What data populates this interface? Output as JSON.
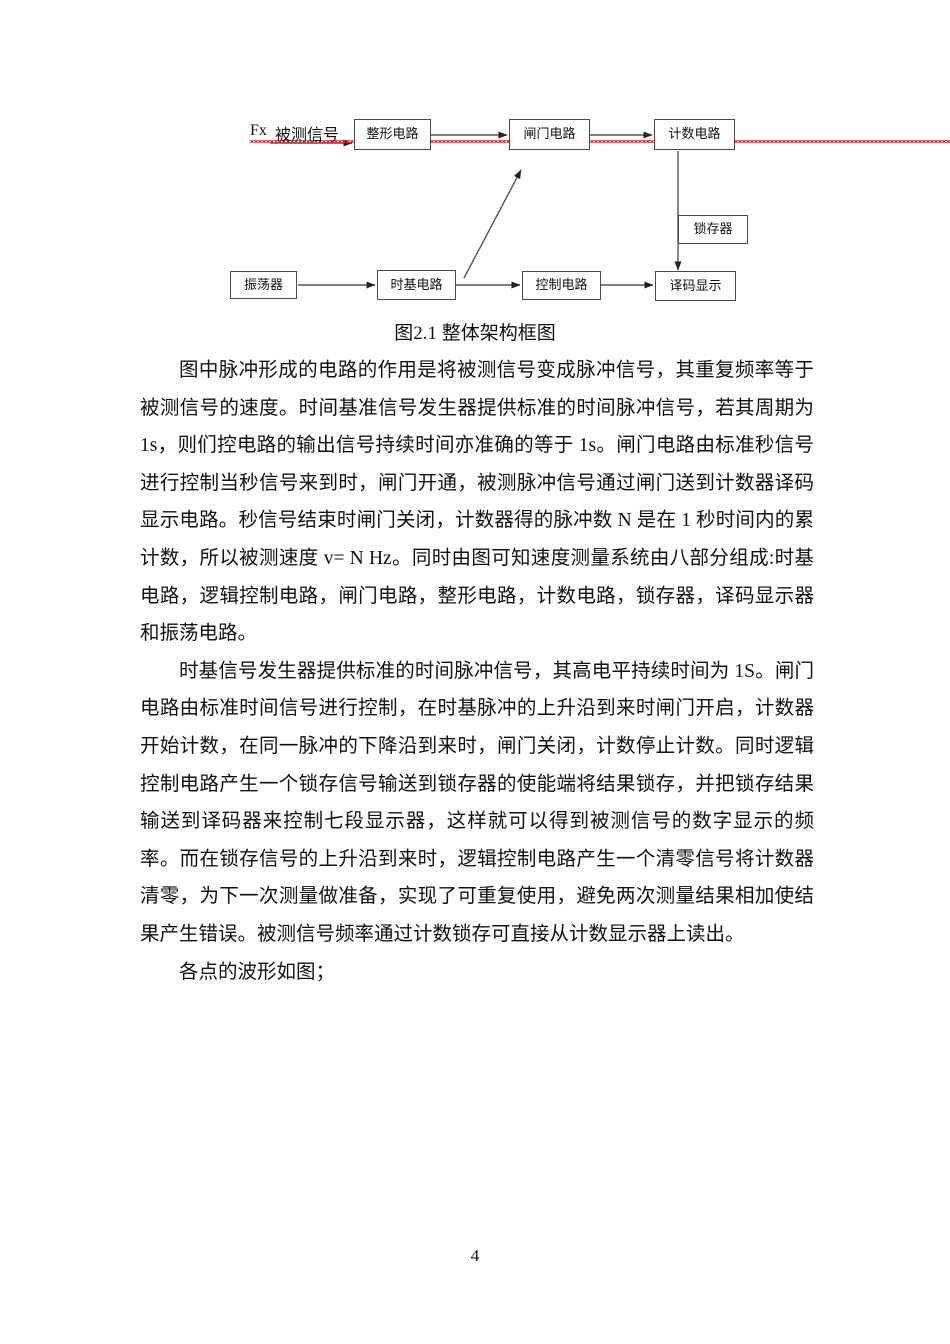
{
  "document": {
    "page_number": "4",
    "figure": {
      "caption": "图2.1 整体架构框图",
      "input_label_fx": "Fx",
      "input_label_signal": "被测信号",
      "nodes": {
        "shaping_circuit": "整形电路",
        "gate_circuit": "闸门电路",
        "counting_circuit": "计数电路",
        "latch": "锁存器",
        "oscillator": "振荡器",
        "timebase_circuit": "时基电路",
        "control_circuit": "控制电路",
        "decode_display": "译码显示"
      }
    },
    "paragraphs": [
      "图中脉冲形成的电路的作用是将被测信号变成脉冲信号，其重复频率等于被测信号的速度。时间基准信号发生器提供标准的时间脉冲信号，若其周期为1s，则们控电路的输出信号持续时间亦准确的等于 1s。闸门电路由标准秒信号进行控制当秒信号来到时，闸门开通，被测脉冲信号通过闸门送到计数器译码显示电路。秒信号结束时闸门关闭，计数器得的脉冲数 N 是在 1 秒时间内的累计数，所以被测速度 v= N Hz。同时由图可知速度测量系统由八部分组成:时基电路，逻辑控制电路，闸门电路，整形电路，计数电路，锁存器，译码显示器和振荡电路。",
      "时基信号发生器提供标准的时间脉冲信号，其高电平持续时间为 1S。闸门电路由标准时间信号进行控制，在时基脉冲的上升沿到来时闸门开启，计数器开始计数，在同一脉冲的下降沿到来时，闸门关闭，计数停止计数。同时逻辑控制电路产生一个锁存信号输送到锁存器的使能端将结果锁存，并把锁存结果输送到译码器来控制七段显示器，这样就可以得到被测信号的数字显示的频率。而在锁存信号的上升沿到来时，逻辑控制电路产生一个清零信号将计数器清零，为下一次测量做准备，实现了可重复使用，避免两次测量结果相加使结果产生错误。被测信号频率通过计数锁存可直接从计数显示器上读出。",
      "各点的波形如图；"
    ]
  },
  "colors": {
    "text": "#111111",
    "box_border": "#4a4a4a",
    "connector": "#555555",
    "spellcheck_underline": "#d03030",
    "page_background": "#ffffff"
  }
}
